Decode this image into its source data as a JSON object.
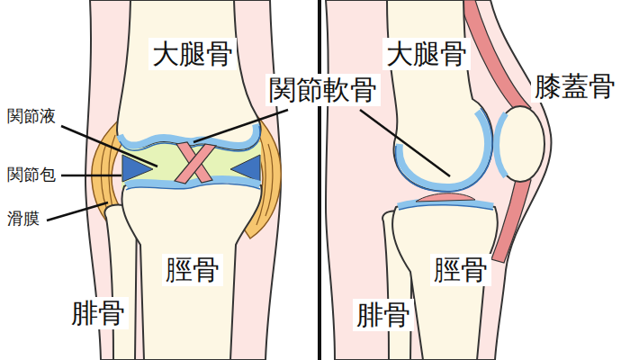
{
  "diagram": {
    "labels": [
      "大腿骨",
      "大腿骨",
      "膝蓋骨",
      "関節軟骨",
      "関節液",
      "関節包",
      "滑膜",
      "脛骨",
      "脛骨",
      "腓骨",
      "腓骨"
    ]
  }
}
